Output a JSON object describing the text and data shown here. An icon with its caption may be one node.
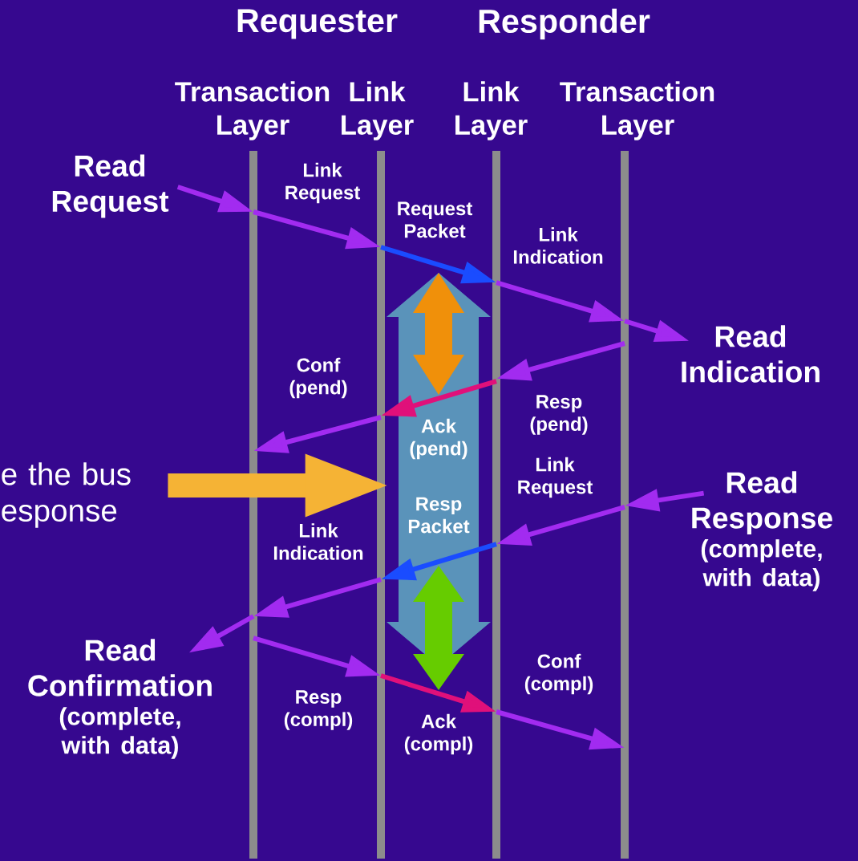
{
  "diagram": {
    "nodes": [
      {
        "text": [
          "Transaction Layer"
        ]
      },
      {
        "text": [
          "Link Layer"
        ]
      },
      {
        "text": [
          "Link Layer"
        ]
      },
      {
        "text": [
          "Transaction Layer"
        ]
      },
      {
        "text": [
          "Read Request"
        ]
      },
      {
        "text": [
          "Read Indication"
        ]
      },
      {
        "text": [
          "e the bus esponse"
        ]
      },
      {
        "text": [
          "Read Response",
          "(complete, with data)"
        ]
      },
      {
        "text": [
          "Read Confirmation",
          "(complete, with data)"
        ]
      }
    ],
    "edges": [
      {
        "from": 4,
        "to": 0,
        "arrow": "to"
      },
      {
        "from": 0,
        "to": 1,
        "arrow": "to",
        "label": "Link Request"
      },
      {
        "from": 1,
        "to": 2,
        "arrow": "to",
        "label": "Request Packet",
        "color": "#1a4cff"
      },
      {
        "from": 2,
        "to": 3,
        "arrow": "to",
        "label": "Link Indication"
      },
      {
        "from": 3,
        "to": 5,
        "arrow": "to"
      },
      {
        "from": 3,
        "to": 2,
        "arrow": "to",
        "label": "Resp (pend)"
      },
      {
        "from": 2,
        "to": 1,
        "arrow": "to",
        "label": "Ack (pend)",
        "color": "#e0107a"
      },
      {
        "from": 1,
        "to": 0,
        "arrow": "to",
        "label": "Conf (pend)"
      },
      {
        "from": 7,
        "to": 3,
        "arrow": "to"
      },
      {
        "from": 3,
        "to": 2,
        "arrow": "to",
        "label": "Link Request"
      },
      {
        "from": 2,
        "to": 1,
        "arrow": "to",
        "label": "Resp Packet",
        "color": "#1a4cff"
      },
      {
        "from": 1,
        "to": 0,
        "arrow": "to",
        "label": "Link Indication"
      },
      {
        "from": 0,
        "to": 8,
        "arrow": "to"
      },
      {
        "from": 0,
        "to": 1,
        "arrow": "to",
        "label": "Resp (compl)"
      },
      {
        "from": 1,
        "to": 2,
        "arrow": "to",
        "label": "Ack (compl)",
        "color": "#e0107a"
      },
      {
        "from": 2,
        "to": 3,
        "arrow": "to",
        "label": "Conf (compl)"
      },
      {
        "from": 6,
        "to": null,
        "arrow": "to",
        "style": "thick",
        "color": "#f5b335"
      }
    ],
    "labels": [
      "Requester",
      "Responder"
    ]
  }
}
